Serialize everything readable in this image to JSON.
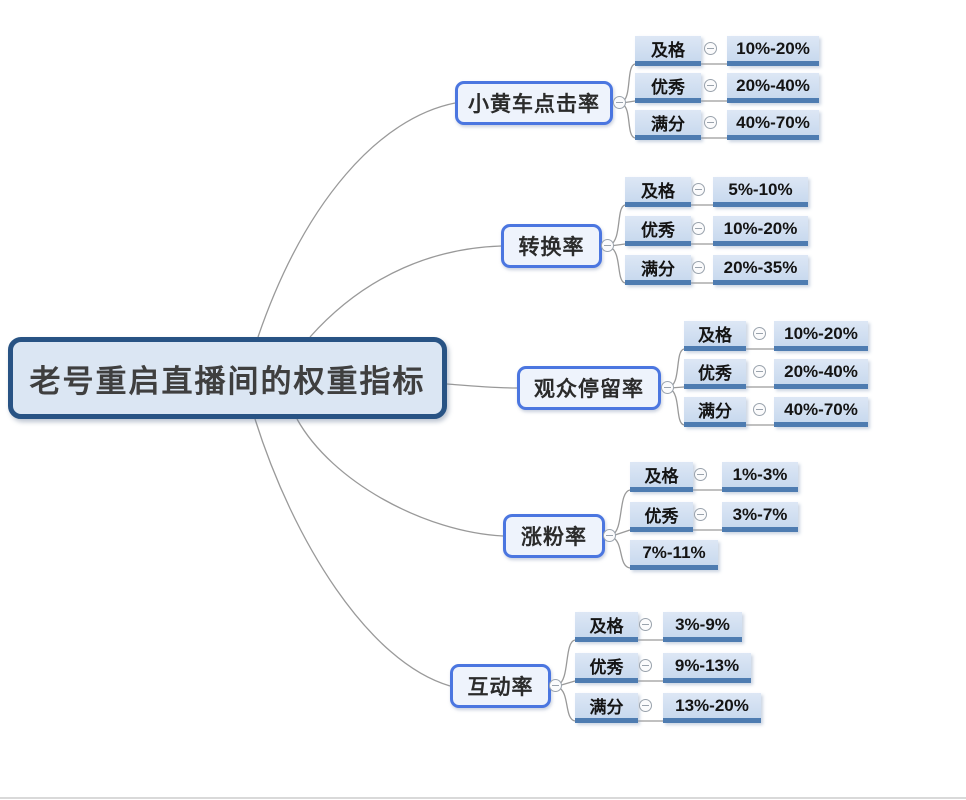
{
  "title": "老号重启直播间的权重指标",
  "colors": {
    "root_border": "#285384",
    "root_fill": "#dbe6f3",
    "branch_border": "#4b76e0",
    "branch_fill": "#eef3fc",
    "cell_fill": "#c8d9ee",
    "cell_underline": "#4e7cb1",
    "connector_line": "#8f8f8f"
  },
  "icons": {
    "collapse": "minus-in-circle"
  },
  "branches": [
    {
      "label": "小黄车点击率",
      "rows": [
        {
          "grade": "及格",
          "range": "10%-20%"
        },
        {
          "grade": "优秀",
          "range": "20%-40%"
        },
        {
          "grade": "满分",
          "range": "40%-70%"
        }
      ]
    },
    {
      "label": "转换率",
      "rows": [
        {
          "grade": "及格",
          "range": "5%-10%"
        },
        {
          "grade": "优秀",
          "range": "10%-20%"
        },
        {
          "grade": "满分",
          "range": "20%-35%"
        }
      ]
    },
    {
      "label": "观众停留率",
      "rows": [
        {
          "grade": "及格",
          "range": "10%-20%"
        },
        {
          "grade": "优秀",
          "range": "20%-40%"
        },
        {
          "grade": "满分",
          "range": "40%-70%"
        }
      ]
    },
    {
      "label": "涨粉率",
      "rows": [
        {
          "grade": "及格",
          "range": "1%-3%"
        },
        {
          "grade": "优秀",
          "range": "3%-7%"
        },
        {
          "grade": "",
          "range": "7%-11%"
        }
      ]
    },
    {
      "label": "互动率",
      "rows": [
        {
          "grade": "及格",
          "range": "3%-9%"
        },
        {
          "grade": "优秀",
          "range": "9%-13%"
        },
        {
          "grade": "满分",
          "range": "13%-20%"
        }
      ]
    }
  ]
}
